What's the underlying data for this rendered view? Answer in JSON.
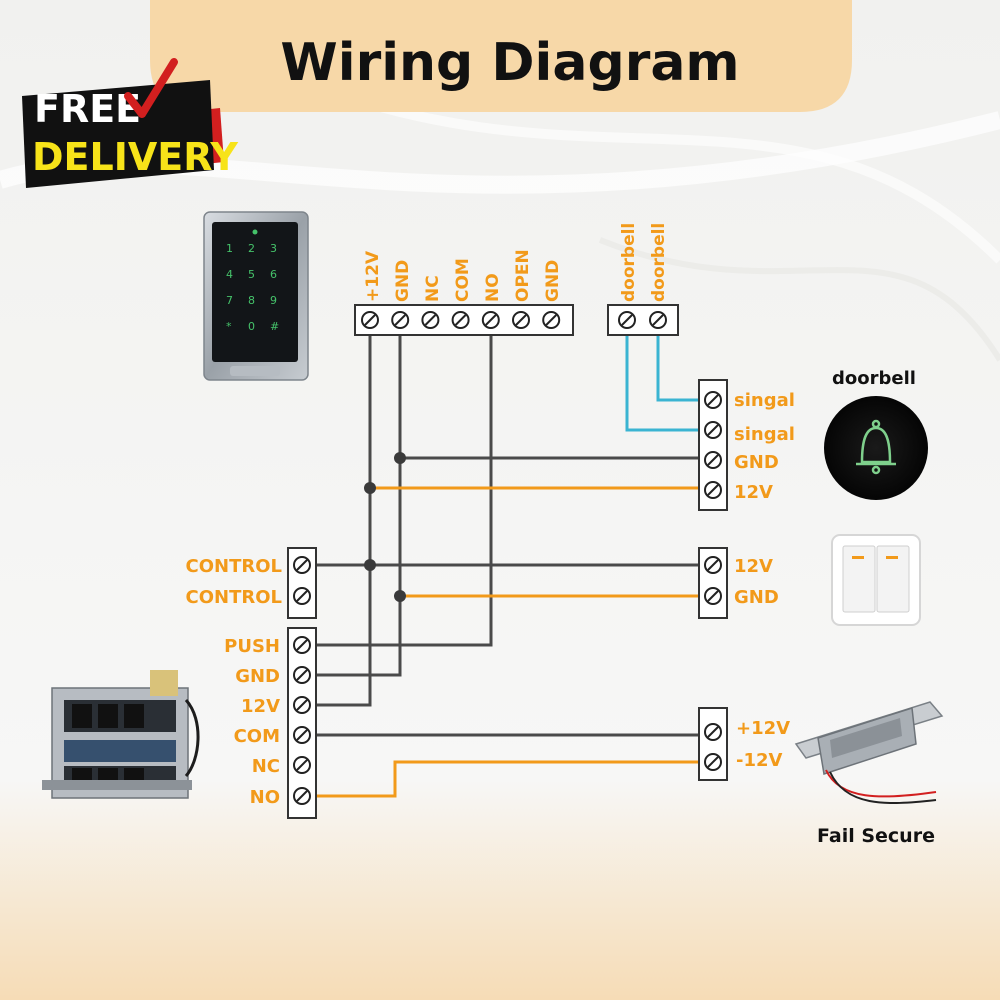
{
  "header": {
    "title": "Wiring Diagram"
  },
  "badge": {
    "line1": "FREE",
    "line2": "DELIVERY"
  },
  "keypad_terminals": [
    "+12V",
    "GND",
    "NC",
    "COM",
    "NO",
    "OPEN",
    "GND"
  ],
  "doorbell_terminals": [
    "doorbell",
    "doorbell"
  ],
  "doorbell_block": [
    "singal",
    "singal",
    "GND",
    "12V"
  ],
  "doorbell_title": "doorbell",
  "control_block": [
    "CONTROL",
    "CONTROL"
  ],
  "switch_block": [
    "12V",
    "GND"
  ],
  "power_block": [
    "PUSH",
    "GND",
    "12V",
    "COM",
    "NC",
    "NO"
  ],
  "lock_block": [
    "+12V",
    "-12V"
  ],
  "lock_caption": "Fail Secure",
  "colors": {
    "accent": "#f29a1a",
    "wire_dark": "#4a4a4a",
    "wire_blue": "#3ab4d2",
    "header_bg": "#f7d8a8",
    "badge_yellow": "#f7e319",
    "badge_red": "#d21f1f"
  }
}
